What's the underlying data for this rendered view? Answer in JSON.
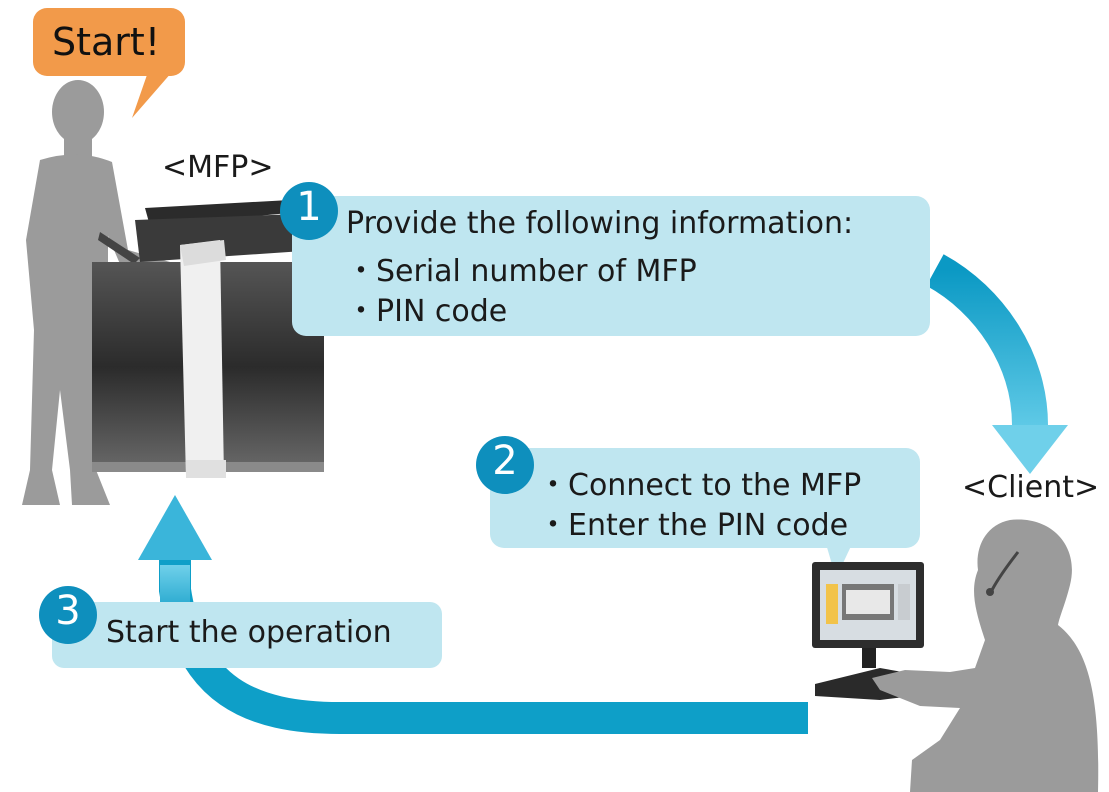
{
  "start_bubble": {
    "text": "Start!",
    "color": "#f29a4a"
  },
  "labels": {
    "mfp": "<MFP>",
    "client": "<Client>"
  },
  "steps": [
    {
      "number": "1",
      "lines": [
        "Provide the following information:",
        "・Serial number of MFP",
        "・PIN code"
      ]
    },
    {
      "number": "2",
      "lines": [
        "・Connect to the MFP",
        "・Enter the PIN code"
      ]
    },
    {
      "number": "3",
      "lines": [
        "Start the operation"
      ]
    }
  ],
  "colors": {
    "bubble_fill": "#bfe6f0",
    "badge": "#0e8fbd",
    "arrow": "#11a4cc",
    "silhouette": "#9b9b9b",
    "mfp_dark": "#3a3a3a"
  }
}
